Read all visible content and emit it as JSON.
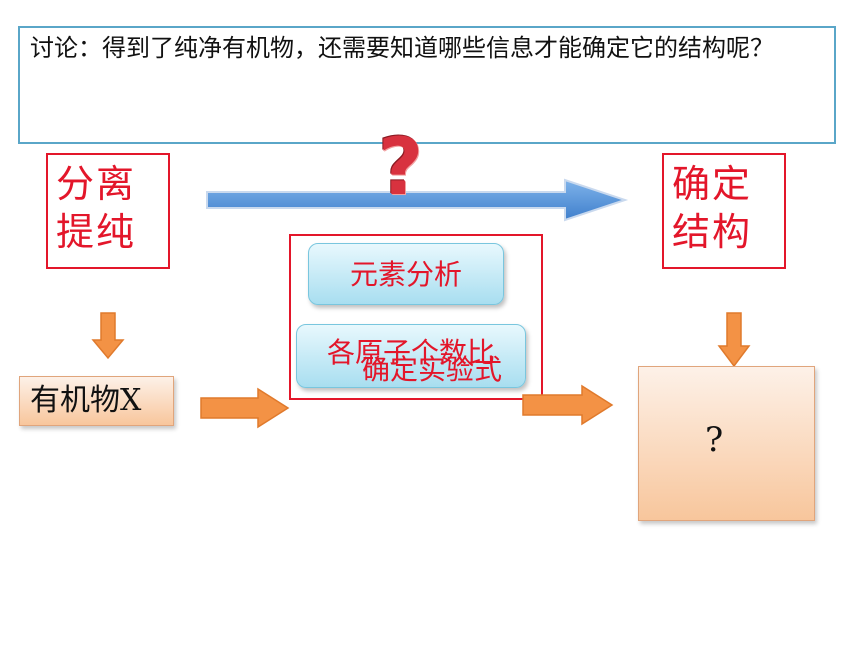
{
  "question": {
    "text": "讨论：得到了纯净有机物，还需要知道哪些信息才能确定它的结构呢？"
  },
  "nodes": {
    "separation_purification": {
      "line1": "分离",
      "line2": "提纯"
    },
    "determine_structure": {
      "line1": "确定",
      "line2": "结构"
    },
    "question_mark": "?",
    "element_analysis": "元素分析",
    "atom_ratio": "各原子个数比",
    "determine_experimental_formula": "确定实验式",
    "organic_x": "有机物X",
    "unknown_result": "?"
  },
  "colors": {
    "red": "#e3162a",
    "blue_arrow": "#4d8fd8",
    "orange_arrow": "#f39245",
    "cyan_fill": "#a8def0",
    "box_border": "#5aa6c8"
  }
}
